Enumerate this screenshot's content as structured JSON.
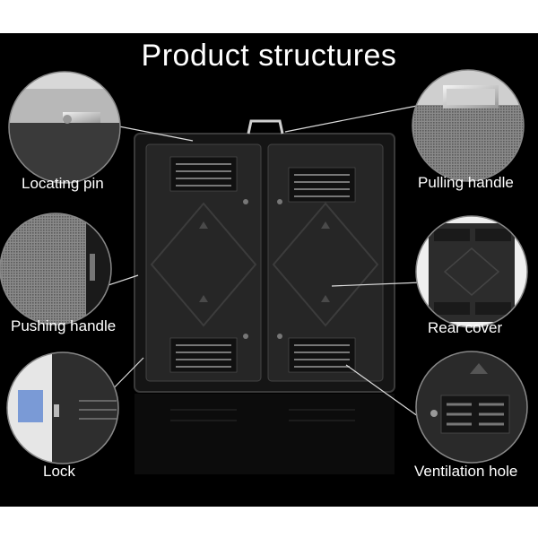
{
  "title": "Product structures",
  "labels": {
    "locating_pin": "Locating pin",
    "pushing_handle": "Pushing handle",
    "lock": "Lock",
    "pulling_handle": "Pulling handle",
    "rear_cover": "Rear cover",
    "ventilation_hole": "Ventilation hole"
  }
}
